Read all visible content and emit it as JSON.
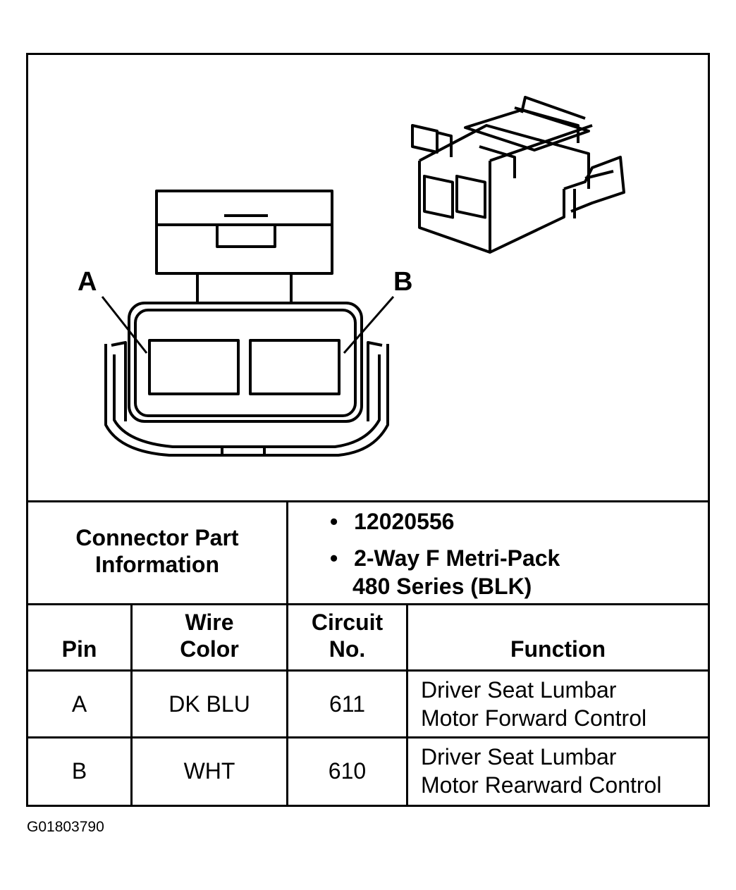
{
  "callouts": {
    "pin_a": "A",
    "pin_b": "B"
  },
  "part_info": {
    "label_line1": "Connector Part",
    "label_line2": "Information",
    "part_number": "12020556",
    "description_line1": "2-Way F Metri-Pack",
    "description_line2": "480 Series (BLK)",
    "bullet": "•"
  },
  "table": {
    "headers": {
      "pin": "Pin",
      "wire_color_line1": "Wire",
      "wire_color_line2": "Color",
      "circuit_line1": "Circuit",
      "circuit_line2": "No.",
      "function": "Function"
    },
    "rows": [
      {
        "pin": "A",
        "wire_color": "DK BLU",
        "circuit": "611",
        "function_line1": "Driver Seat Lumbar",
        "function_line2": "Motor Forward Control"
      },
      {
        "pin": "B",
        "wire_color": "WHT",
        "circuit": "610",
        "function_line1": "Driver Seat Lumbar",
        "function_line2": "Motor Rearward Control"
      }
    ]
  },
  "diagram_id": "G01803790"
}
